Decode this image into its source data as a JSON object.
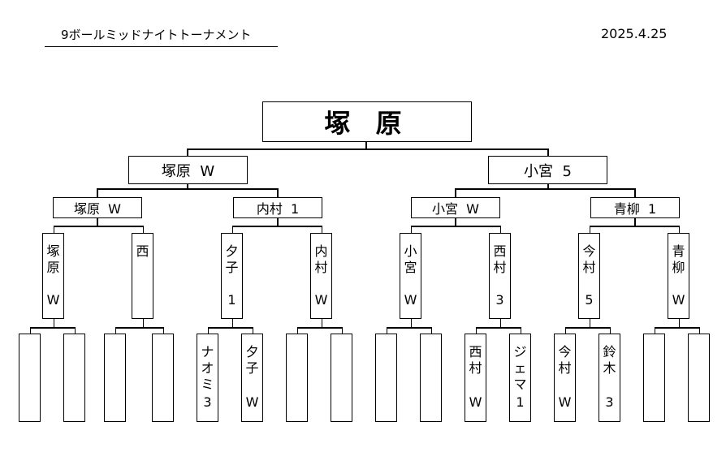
{
  "header": {
    "title": "9ボールミッドナイトトーナメント",
    "date": "2025.4.25"
  },
  "champion": "塚 原",
  "semis": {
    "left": "塚原  W",
    "right": "小宮  5"
  },
  "quarters": {
    "q1": "塚原  W",
    "q2": "内村  1",
    "q3": "小宮  W",
    "q4": "青柳  1"
  },
  "round1": [
    {
      "name": "塚\n原",
      "mark": "W"
    },
    {
      "name": "西",
      "mark": ""
    },
    {
      "name": "夕\n子",
      "mark": "1"
    },
    {
      "name": "内\n村",
      "mark": "W"
    },
    {
      "name": "小\n宮",
      "mark": "W"
    },
    {
      "name": "西\n村",
      "mark": "3"
    },
    {
      "name": "今\n村",
      "mark": "5"
    },
    {
      "name": "青\n柳",
      "mark": "W"
    }
  ],
  "entries": [
    {
      "name": "",
      "mark": ""
    },
    {
      "name": "",
      "mark": ""
    },
    {
      "name": "",
      "mark": ""
    },
    {
      "name": "",
      "mark": ""
    },
    {
      "name": "ナ\nオ\nミ",
      "mark": "3"
    },
    {
      "name": "夕\n子",
      "mark": "W"
    },
    {
      "name": "",
      "mark": ""
    },
    {
      "name": "",
      "mark": ""
    },
    {
      "name": "",
      "mark": ""
    },
    {
      "name": "",
      "mark": ""
    },
    {
      "name": "西\n村",
      "mark": "W"
    },
    {
      "name": "ジ\nェ\nマ",
      "mark": "1"
    },
    {
      "name": "今\n村",
      "mark": "W"
    },
    {
      "name": "鈴\n木",
      "mark": "3"
    },
    {
      "name": "",
      "mark": ""
    },
    {
      "name": "",
      "mark": ""
    }
  ]
}
